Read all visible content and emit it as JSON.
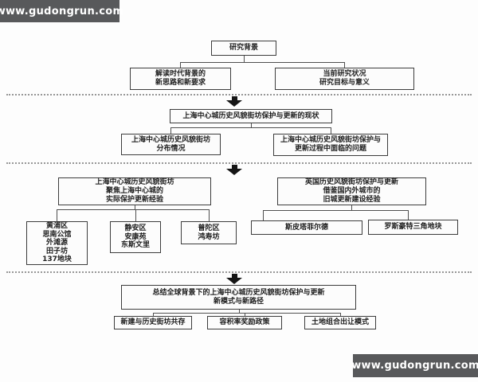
{
  "watermark": {
    "text": "www.gudongrun.com",
    "bg_color": "#58595b",
    "text_color": "#ffffff"
  },
  "flow": {
    "s1": {
      "root": "研究背景",
      "left": {
        "lines": [
          "解读时代背景的",
          "新思路和新要求"
        ]
      },
      "right": {
        "lines": [
          "当前研究状况",
          "研究目标与意义"
        ]
      }
    },
    "s2": {
      "title": "上海中心城历史风貌街坊保护与更新的现状",
      "left": {
        "lines": [
          "上海中心城历史风貌街坊",
          "分布情况"
        ]
      },
      "right": {
        "lines": [
          "上海中心城历史风貌街坊保护与",
          "更新过程中面临的问题"
        ]
      }
    },
    "s3_left": {
      "title": {
        "lines": [
          "上海中心城历史风貌街坊",
          "聚焦上海中心城的",
          "实际保护更新经验"
        ]
      },
      "huangpu": {
        "lines": [
          "黄浦区",
          "思南公馆",
          "外滩源",
          "田子坊",
          "137地块"
        ]
      },
      "jingan": {
        "lines": [
          "静安区",
          "安康苑",
          "东斯文里"
        ]
      },
      "putuo": {
        "lines": [
          "普陀区",
          "鸿寿坊"
        ]
      }
    },
    "s3_right": {
      "title": {
        "lines": [
          "英国历史风貌街坊保护与更新",
          "借鉴国内外城市的",
          "旧城更新建设经验"
        ]
      },
      "spitalfields": "斯皮塔菲尔德",
      "triangle": "罗斯豪特三角地块"
    },
    "s4": {
      "title": {
        "lines": [
          "总结全球背景下的上海中心城历史风貌街坊保护与更新",
          "新模式与新路径"
        ]
      },
      "items": [
        "新建与历史街坊共存",
        "容积率奖励政策",
        "土地组合出让模式"
      ]
    }
  }
}
